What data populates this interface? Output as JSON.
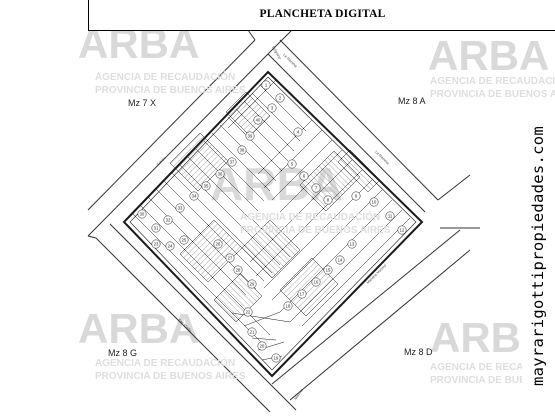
{
  "header": {
    "title": "PLANCHETA DIGITAL"
  },
  "side_banner": {
    "text": "mayrarigottipropiedades.com"
  },
  "watermark": {
    "logo": "ARBA",
    "line1": "AGENCIA DE RECAUDACIÓN",
    "line2": "PROVINCIA DE BUENOS AIRES"
  },
  "blocks": {
    "nw": "Mz 7 X",
    "ne": "Mz 8 A",
    "sw": "Mz 8 G",
    "se": "Mz 8 D"
  },
  "streets": {
    "nw": "Garcia",
    "ne": "La Mamma",
    "top": "Belgrano",
    "sw": "San Martin",
    "se": "Mariano Moreno",
    "bottom": "Moreno"
  },
  "lots": {
    "nw_col": [
      "1",
      "2",
      "3",
      "40",
      "39",
      "38",
      "37",
      "36",
      "35",
      "34",
      "33",
      "32",
      "31",
      "30"
    ],
    "ne_col": [
      "4",
      "5",
      "6",
      "7",
      "8",
      "9",
      "10",
      "11",
      "12"
    ],
    "sw_col": [
      "23",
      "24",
      "25",
      "26",
      "27",
      "28",
      "29",
      "22",
      "21",
      "20"
    ],
    "se_col": [
      "13",
      "14",
      "15",
      "16",
      "17",
      "18",
      "19"
    ]
  },
  "colors": {
    "hatch": "#9a9a9a",
    "line": "#1a1a1a",
    "road": "#444444"
  }
}
